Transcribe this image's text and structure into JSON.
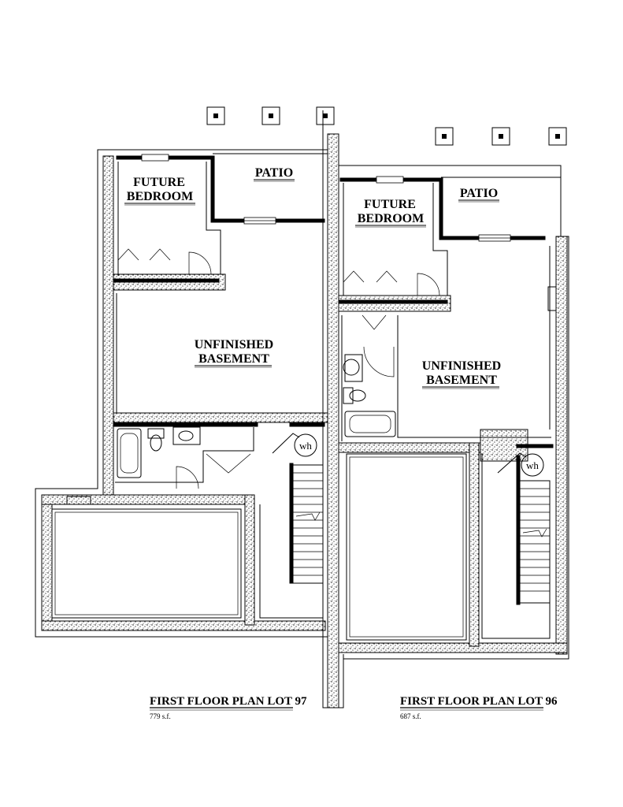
{
  "plans": [
    {
      "title": "FIRST FLOOR PLAN LOT 97",
      "area": "779 s.f.",
      "rooms": {
        "patio": "PATIO",
        "bedroom_line1": "FUTURE",
        "bedroom_line2": "BEDROOM",
        "basement_line1": "UNFINISHED",
        "basement_line2": "BASEMENT"
      },
      "water_heater": "wh"
    },
    {
      "title": "FIRST FLOOR PLAN LOT 96",
      "area": "687 s.f.",
      "rooms": {
        "patio": "PATIO",
        "bedroom_line1": "FUTURE",
        "bedroom_line2": "BEDROOM",
        "basement_line1": "UNFINISHED",
        "basement_line2": "BASEMENT"
      },
      "water_heater": "wh"
    }
  ]
}
